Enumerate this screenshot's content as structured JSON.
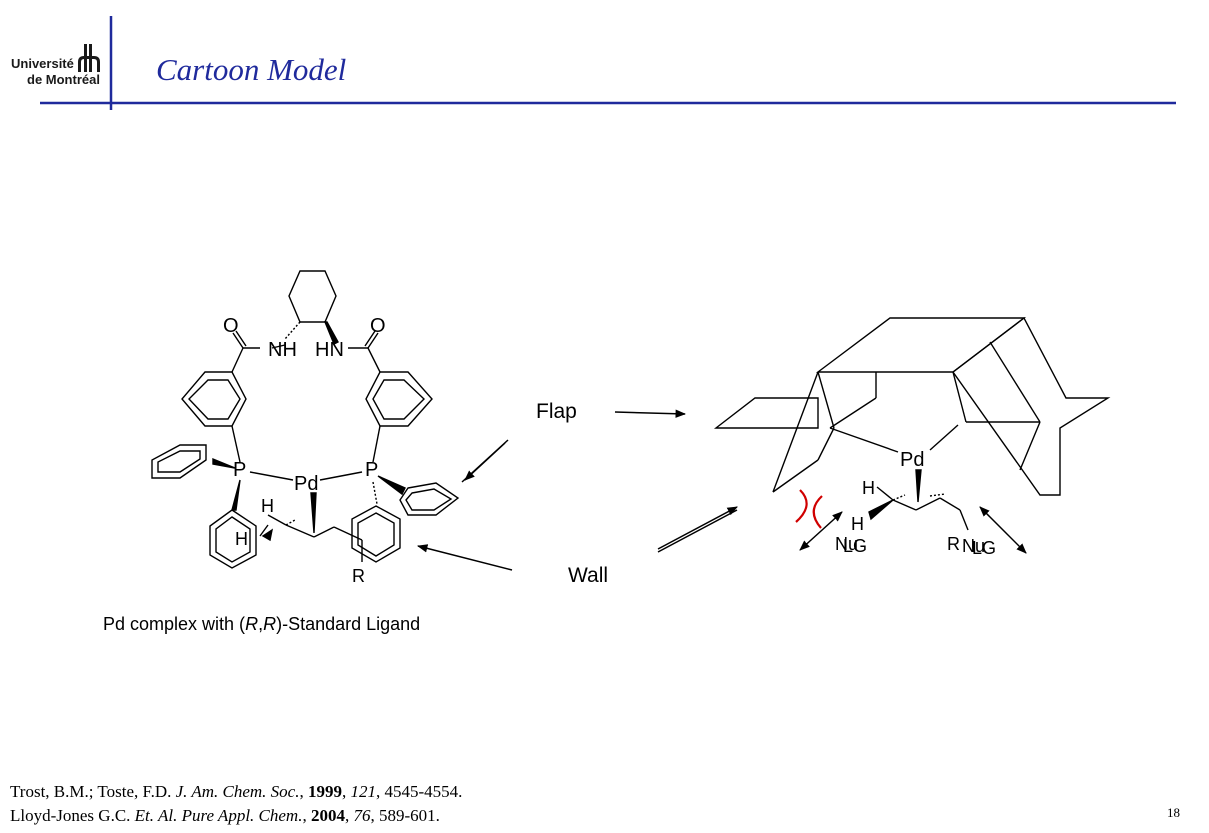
{
  "header": {
    "logo_line1": "Université",
    "logo_line2": "de Montréal",
    "title": "Cartoon Model"
  },
  "diagram": {
    "left_structure": {
      "atoms": {
        "o_left": "O",
        "o_right": "O",
        "nh_left": "NH",
        "hn_right": "HN",
        "p_left": "P",
        "p_right": "P",
        "pd": "Pd",
        "h_top": "H",
        "h_left": "H",
        "r": "R"
      },
      "caption_prefix": "Pd complex with (",
      "caption_r1": "R",
      "caption_comma": ",",
      "caption_r2": "R",
      "caption_suffix": ")-Standard Ligand"
    },
    "labels": {
      "flap": "Flap",
      "wall": "Wall"
    },
    "right_structure": {
      "pd": "Pd",
      "h_top": "H",
      "h_left": "H",
      "nu_left": "Nu",
      "lg_left": "LG",
      "r": "R",
      "nu_right": "Nu",
      "lg_right": "LG"
    },
    "steric_color": "#d00000"
  },
  "references": [
    {
      "authors": "Trost, B.M.; Toste, F.D. ",
      "journal": "J. Am. Chem. Soc.",
      "sep1": ", ",
      "year": "1999",
      "sep2": ", ",
      "volume": "121",
      "pages": ", 4545-4554."
    },
    {
      "authors": "Lloyd-Jones G.C. ",
      "journal": "Et. Al. Pure Appl. Chem.",
      "sep1": ", ",
      "year": "2004",
      "sep2": ", ",
      "volume": "76",
      "pages": ", 589-601."
    }
  ],
  "page_number": "18",
  "colors": {
    "title": "#1f2a9c",
    "rule": "#1f2a9c"
  }
}
